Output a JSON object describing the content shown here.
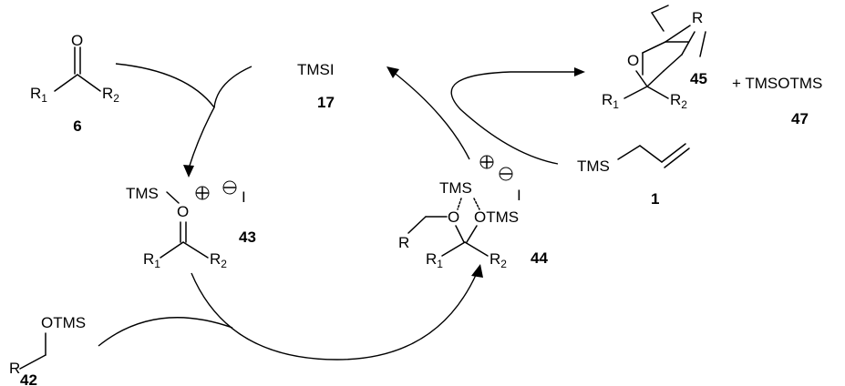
{
  "labels": {
    "R": "R",
    "R1_base": "R",
    "R1_sub": "1",
    "R2_base": "R",
    "R2_sub": "2",
    "O": "O",
    "TMS": "TMS",
    "TMSI": "TMSI",
    "OTMS": "OTMS",
    "I": "I",
    "plus_byproduct": "+ TMSOTMS",
    "plus_sign": "⊕",
    "minus_sign": "⊖"
  },
  "compounds": {
    "ketone": "6",
    "tmsi": "17",
    "allylsilane": "1",
    "silyloxocarbenium": "43",
    "silylether": "42",
    "intermediate": "44",
    "product": "45",
    "byproduct": "47"
  }
}
